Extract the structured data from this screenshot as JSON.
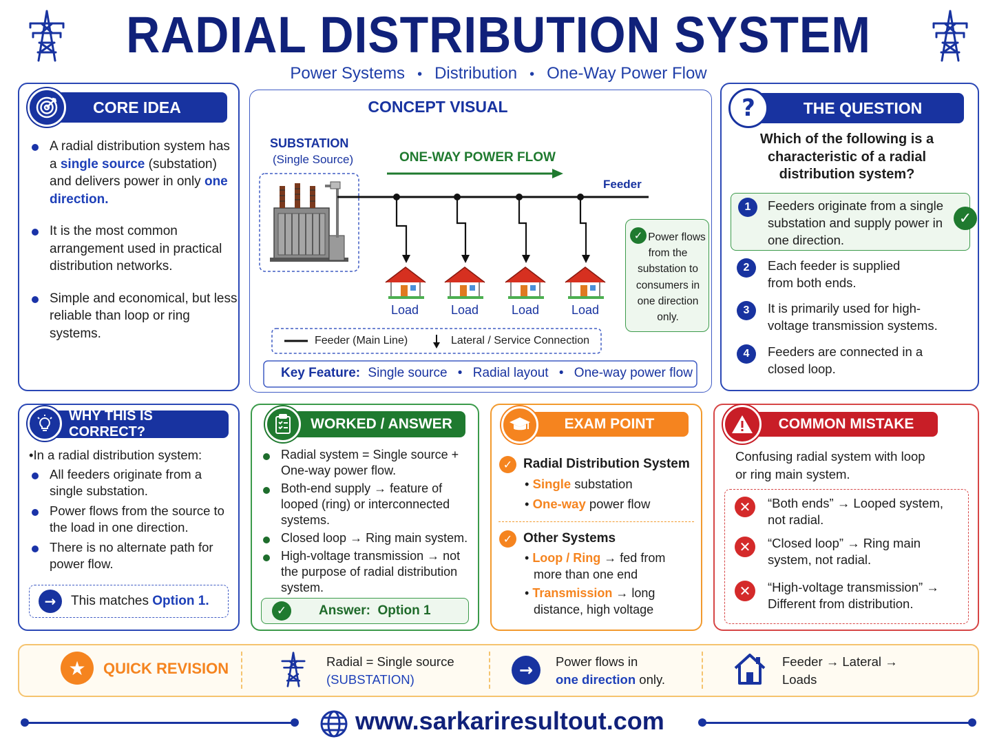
{
  "header": {
    "title": "RADIAL DISTRIBUTION SYSTEM",
    "subtitle_parts": [
      "Power Systems",
      "Distribution",
      "One-Way Power Flow"
    ]
  },
  "core_idea": {
    "heading": "CORE IDEA",
    "b1_pre": "A radial distribution system has a ",
    "b1_hl1": "single source",
    "b1_mid": " (substation) and delivers power in only ",
    "b1_hl2": "one direction.",
    "b2": "It is the most common arrangement used in practical distribution networks.",
    "b3": "Simple and economical, but less reliable than loop or ring systems."
  },
  "concept_visual": {
    "heading": "CONCEPT VISUAL",
    "substation_label": "SUBSTATION",
    "substation_sub": "(Single Source)",
    "flow_label": "ONE-WAY POWER FLOW",
    "feeder_label": "Feeder",
    "loads": [
      "Load",
      "Load",
      "Load",
      "Load"
    ],
    "note": "Power flows from the substation to consumers in one direction only.",
    "legend_line": "Feeder (Main Line)",
    "legend_arrow": "Lateral / Service Connection",
    "key_feature_label": "Key Feature:",
    "key_features": [
      "Single source",
      "Radial layout",
      "One-way power flow"
    ]
  },
  "question": {
    "heading": "THE QUESTION",
    "text": "Which of the following is a characteristic of a radial distribution system?",
    "options": [
      {
        "num": "1",
        "text": "Feeders originate from a single substation and supply power in one direction."
      },
      {
        "num": "2",
        "text": "Each feeder is supplied from both ends."
      },
      {
        "num": "3",
        "text": "It is primarily used for high-voltage transmission systems."
      },
      {
        "num": "4",
        "text": "Feeders are connected in a closed loop."
      }
    ]
  },
  "why_correct": {
    "heading": "WHY THIS IS CORRECT?",
    "intro": "•In a radial distribution system:",
    "bullets": [
      "All feeders originate from a single substation.",
      "Power flows from the source to the load in one direction.",
      "There is no alternate path for power flow."
    ],
    "match_pre": "This matches ",
    "match_hl": "Option 1."
  },
  "worked": {
    "heading": "WORKED / ANSWER",
    "bullets": [
      "Radial system = Single source + One-way power flow.",
      "Both-end supply → feature of looped (ring) or interconnected systems.",
      "Closed loop → Ring main system.",
      "High-voltage transmission → not the purpose of radial distribution system."
    ],
    "answer": "Answer:  Option 1"
  },
  "exam_point": {
    "heading": "EXAM POINT",
    "sec1_title": "Radial Distribution System",
    "sec1_items": [
      {
        "hl": "Single",
        "rest": " substation"
      },
      {
        "hl": "One-way",
        "rest": " power flow"
      }
    ],
    "sec2_title": "Other Systems",
    "sec2_items": [
      {
        "hl": "Loop / Ring",
        "rest": " → fed from more than one end"
      },
      {
        "hl": "Transmission",
        "rest": " → long distance, high voltage"
      }
    ]
  },
  "mistake": {
    "heading": "COMMON MISTAKE",
    "intro": "Confusing radial system with loop or ring main system.",
    "items": [
      "“Both ends” → Looped system, not radial.",
      "“Closed loop” → Ring main system, not radial.",
      "“High-voltage transmission” → Different from distribution."
    ]
  },
  "revision": {
    "heading": "QUICK REVISION",
    "item1_line1": "Radial = Single source",
    "item1_line2": "(SUBSTATION)",
    "item2_line1": "Power flows in",
    "item2_hl": "one direction",
    "item2_rest": " only.",
    "item3_line1": "Feeder → Lateral →",
    "item3_line2": "Loads"
  },
  "footer": {
    "url": "www.sarkariresultout.com"
  },
  "colors": {
    "navy": "#10217a",
    "blue": "#1833a0",
    "green": "#1f7a2f",
    "orange": "#f5841f",
    "red": "#c81e27"
  }
}
